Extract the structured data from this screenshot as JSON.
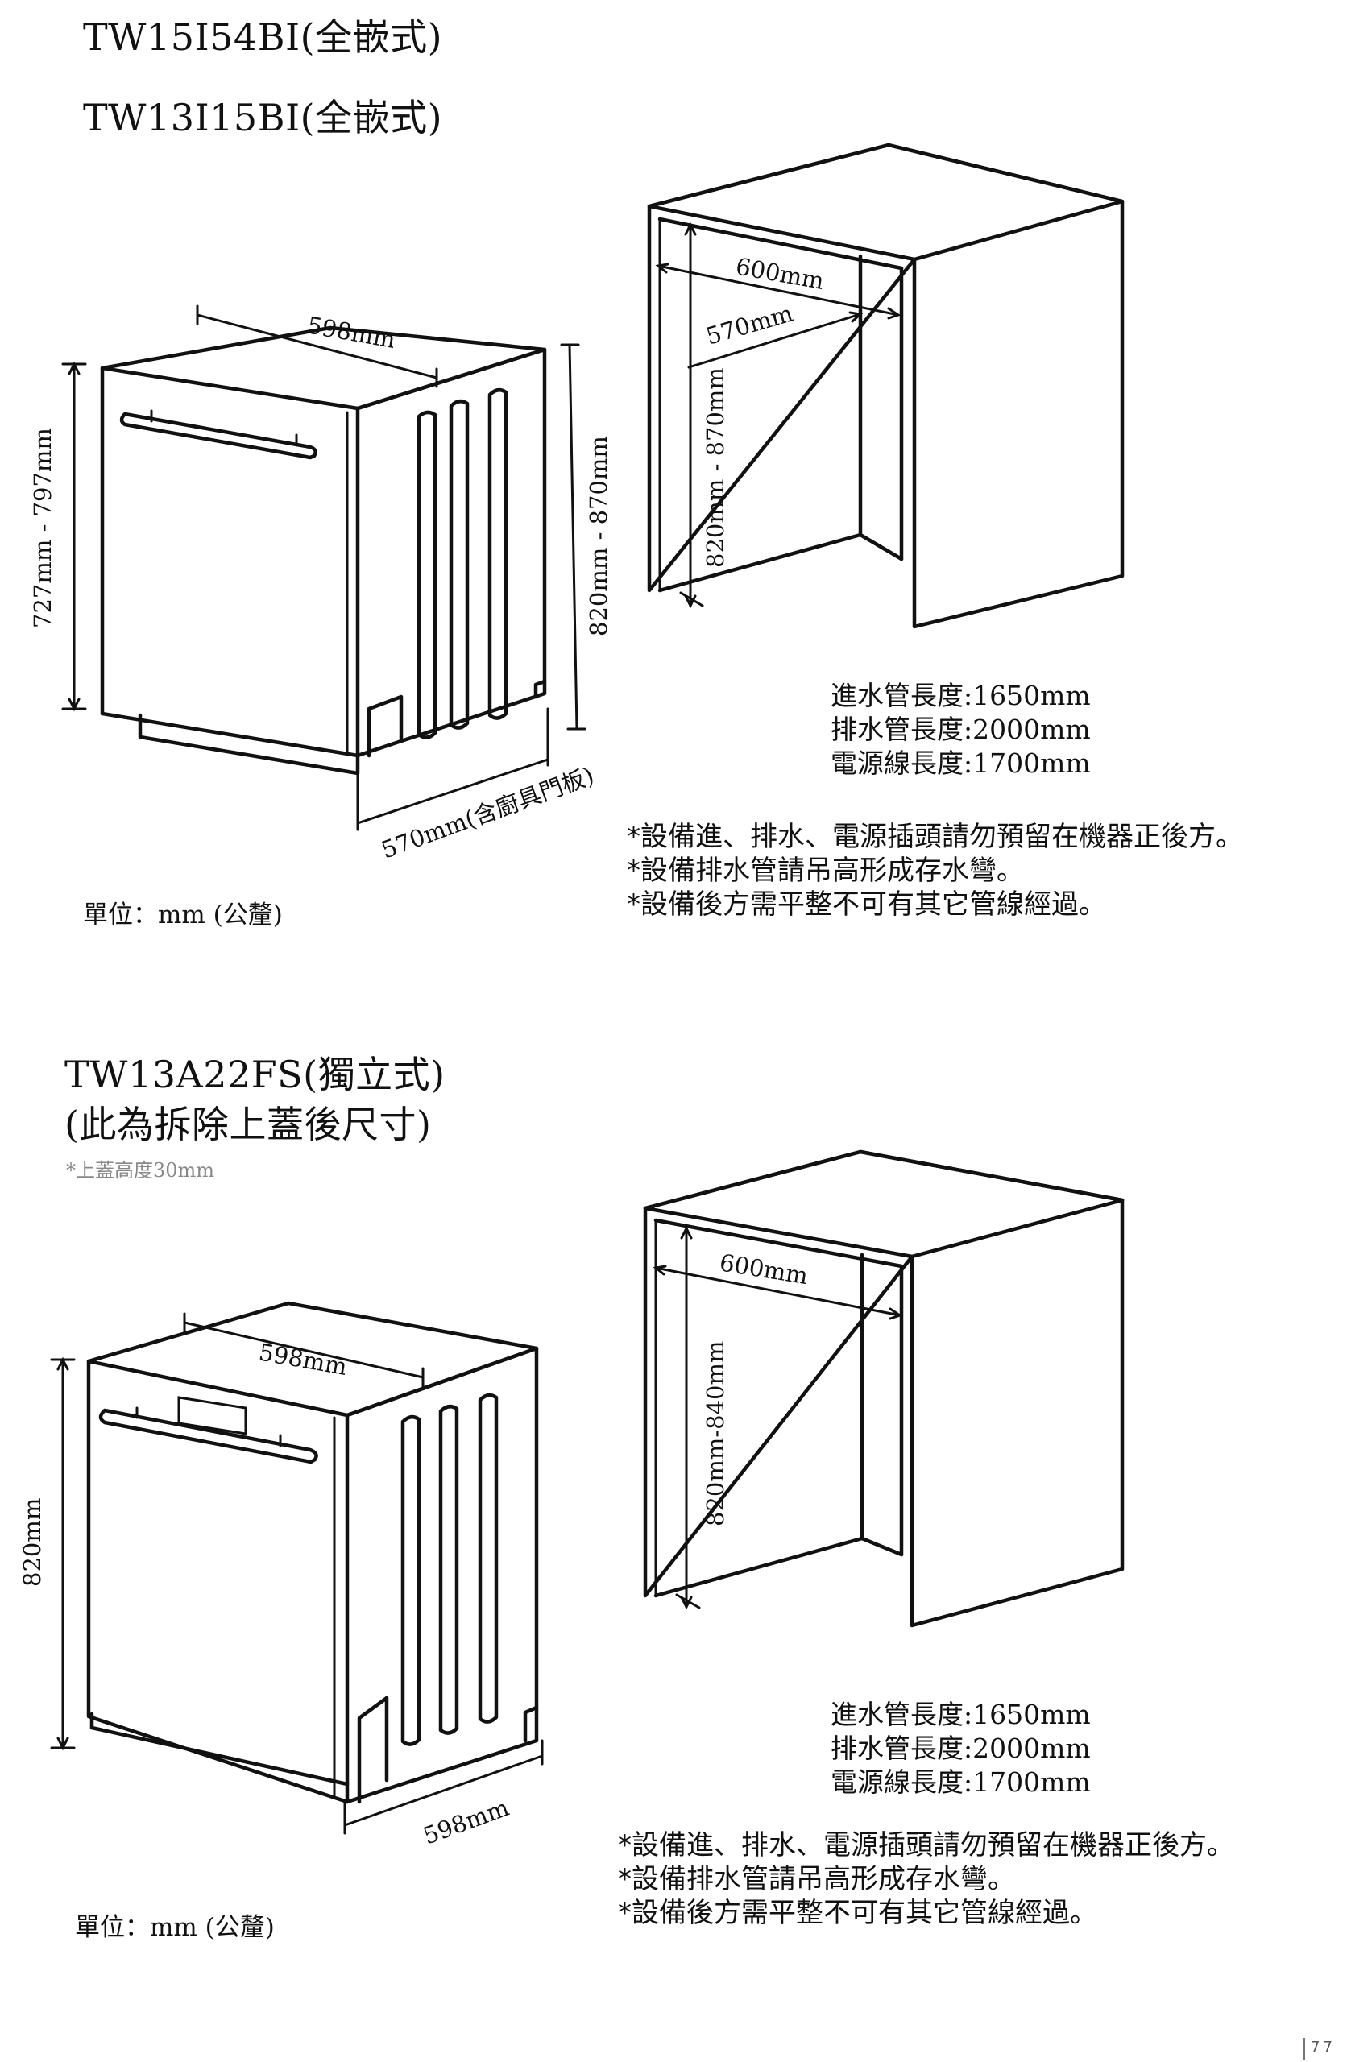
{
  "section1": {
    "model_a": "TW15I54BI(全嵌式)",
    "model_b": "TW13I15BI(全嵌式)",
    "dims": {
      "width": "598mm",
      "height": "727mm - 797mm",
      "depth": "570mm(含廚具門板)",
      "right_height": "820mm - 870mm",
      "cab_width": "600mm",
      "cab_depth": "570mm",
      "cab_height": "820mm - 870mm"
    },
    "specs": [
      "進水管長度:1650mm",
      "排水管長度:2000mm",
      "電源線長度:1700mm"
    ],
    "notes": [
      "*設備進、排水、電源插頭請勿預留在機器正後方。",
      "*設備排水管請吊高形成存水彎。",
      "*設備後方需平整不可有其它管線經過。"
    ],
    "unit": "單位：mm (公釐)"
  },
  "section2": {
    "title_line1": "TW13A22FS(獨立式)",
    "title_line2": "(此為拆除上蓋後尺寸)",
    "sub_note": "*上蓋高度30mm",
    "dims": {
      "width": "598mm",
      "height": "820mm",
      "depth": "598mm",
      "cab_width": "600mm",
      "cab_height": "820mm-840mm"
    },
    "specs": [
      "進水管長度:1650mm",
      "排水管長度:2000mm",
      "電源線長度:1700mm"
    ],
    "notes": [
      "*設備進、排水、電源插頭請勿預留在機器正後方。",
      "*設備排水管請吊高形成存水彎。",
      "*設備後方需平整不可有其它管線經過。"
    ],
    "unit": "單位：mm (公釐)"
  },
  "page_number": "77"
}
